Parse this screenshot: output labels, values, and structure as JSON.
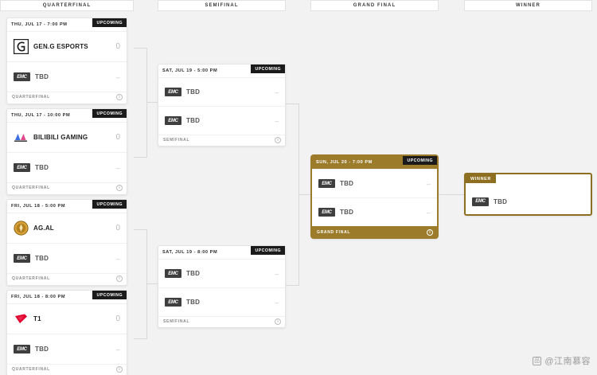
{
  "rounds": [
    {
      "label": "QUARTERFINAL"
    },
    {
      "label": "SEMIFINAL"
    },
    {
      "label": "GRAND FINAL"
    },
    {
      "label": "WINNER"
    }
  ],
  "labels": {
    "upcoming": "UPCOMING",
    "winner": "WINNER",
    "tbd": "TBD",
    "tbd_logo": "EMC",
    "dash": "–",
    "info": "i"
  },
  "matches": [
    {
      "id": "qf1",
      "date": "THU, JUL 17 - 7:00 PM",
      "status": "UPCOMING",
      "stage": "QUARTERFINAL",
      "teams": [
        {
          "name": "GEN.G ESPORTS",
          "score": "0",
          "logo": "geng-logo"
        },
        {
          "name": "TBD",
          "score": "–",
          "logo": "tbd-logo"
        }
      ]
    },
    {
      "id": "qf2",
      "date": "THU, JUL 17 - 10:00 PM",
      "status": "UPCOMING",
      "stage": "QUARTERFINAL",
      "teams": [
        {
          "name": "BILIBILI GAMING",
          "score": "0",
          "logo": "blg-logo"
        },
        {
          "name": "TBD",
          "score": "–",
          "logo": "tbd-logo"
        }
      ]
    },
    {
      "id": "qf3",
      "date": "FRI, JUL 18 - 5:00 PM",
      "status": "UPCOMING",
      "stage": "QUARTERFINAL",
      "teams": [
        {
          "name": "AG.AL",
          "score": "0",
          "logo": "agal-logo"
        },
        {
          "name": "TBD",
          "score": "–",
          "logo": "tbd-logo"
        }
      ]
    },
    {
      "id": "qf4",
      "date": "FRI, JUL 18 - 8:00 PM",
      "status": "UPCOMING",
      "stage": "QUARTERFINAL",
      "teams": [
        {
          "name": "T1",
          "score": "0",
          "logo": "t1-logo"
        },
        {
          "name": "TBD",
          "score": "–",
          "logo": "tbd-logo"
        }
      ]
    },
    {
      "id": "sf1",
      "date": "SAT, JUL 19 - 5:00 PM",
      "status": "UPCOMING",
      "stage": "SEMIFINAL",
      "teams": [
        {
          "name": "TBD",
          "score": "–",
          "logo": "tbd-logo"
        },
        {
          "name": "TBD",
          "score": "–",
          "logo": "tbd-logo"
        }
      ]
    },
    {
      "id": "sf2",
      "date": "SAT, JUL 19 - 8:00 PM",
      "status": "UPCOMING",
      "stage": "SEMIFINAL",
      "teams": [
        {
          "name": "TBD",
          "score": "–",
          "logo": "tbd-logo"
        },
        {
          "name": "TBD",
          "score": "–",
          "logo": "tbd-logo"
        }
      ]
    },
    {
      "id": "gf",
      "date": "SUN, JUL 20 - 7:00 PM",
      "status": "UPCOMING",
      "stage": "GRAND FINAL",
      "teams": [
        {
          "name": "TBD",
          "score": "–",
          "logo": "tbd-logo"
        },
        {
          "name": "TBD",
          "score": "–",
          "logo": "tbd-logo"
        }
      ]
    },
    {
      "id": "winner",
      "date": "",
      "status": "",
      "stage": "",
      "teams": [
        {
          "name": "TBD",
          "score": "",
          "logo": "tbd-logo"
        }
      ]
    }
  ],
  "watermark": {
    "text": "@江南慕容",
    "icon": "品"
  },
  "colors": {
    "gold": "#9c7b2b",
    "dark": "#1b1b1b",
    "page_bg": "#f2f2f2",
    "card_bg": "#ffffff"
  }
}
